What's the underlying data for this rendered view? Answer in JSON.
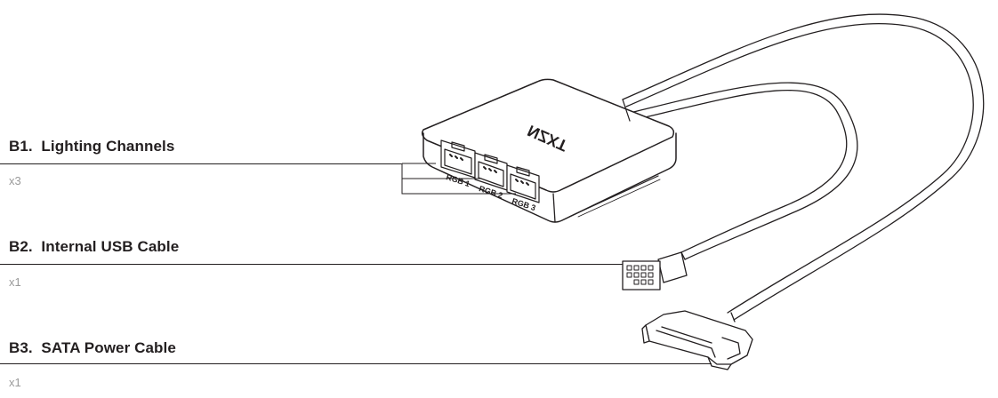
{
  "items": [
    {
      "code": "B1.",
      "name": "Lighting Channels",
      "qty": "x3"
    },
    {
      "code": "B2.",
      "name": "Internal USB Cable",
      "qty": "x1"
    },
    {
      "code": "B3.",
      "name": "SATA Power Cable",
      "qty": "x1"
    }
  ],
  "hub": {
    "logo": "NZXT",
    "ports": [
      "RGB 1",
      "RGB 2",
      "RGB 3"
    ]
  },
  "colors": {
    "line": "#231f20",
    "qty_text": "#9a9a9a",
    "background": "#ffffff"
  }
}
